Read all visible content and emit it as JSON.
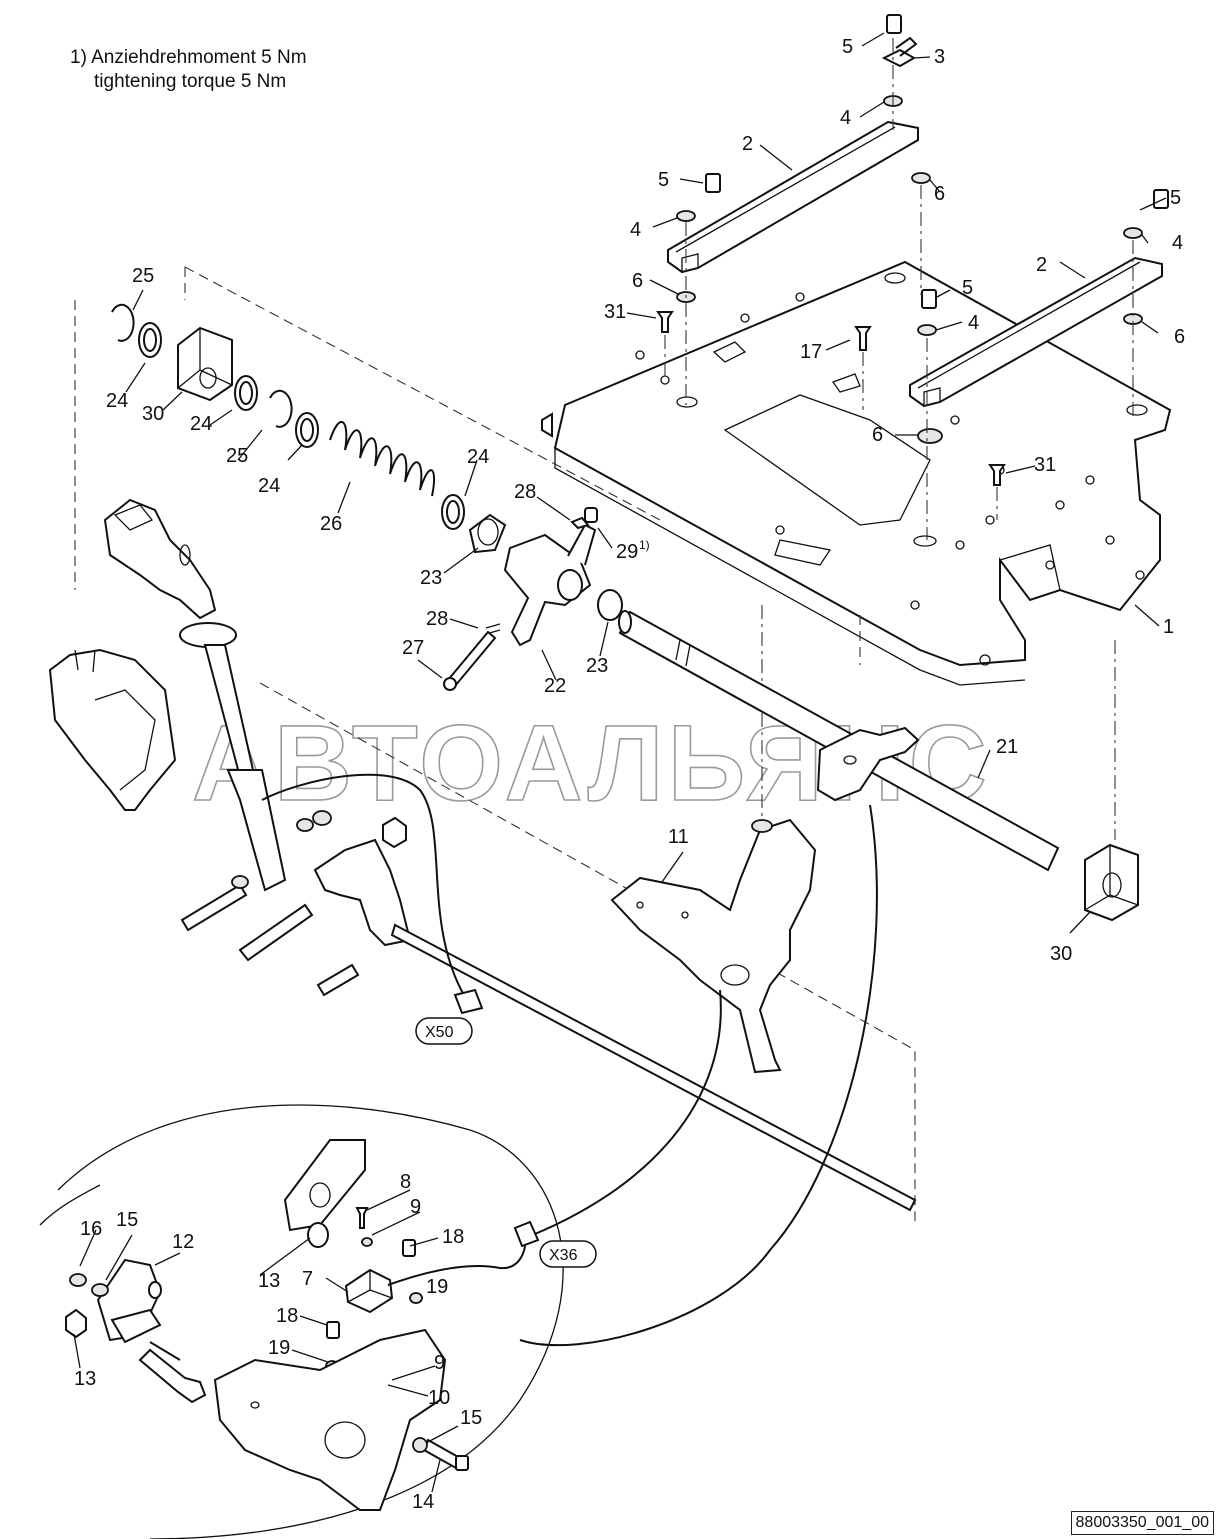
{
  "note": {
    "line1": "1) Anziehdrehmoment 5 Nm",
    "line2": "tightening torque 5 Nm"
  },
  "watermark": "АВТОАЛЬЯНС",
  "drawing_number": "88003350_001_00",
  "connectors": [
    "X50",
    "X36"
  ],
  "part_labels": [
    "5",
    "3",
    "4",
    "2",
    "5",
    "6",
    "4",
    "6",
    "31",
    "5",
    "4",
    "17",
    "2",
    "5",
    "4",
    "6",
    "6",
    "31",
    "1",
    "25",
    "24",
    "30",
    "24",
    "25",
    "24",
    "26",
    "24",
    "28",
    "29",
    "23",
    "28",
    "27",
    "22",
    "23",
    "21",
    "11",
    "30",
    "8",
    "9",
    "18",
    "16",
    "15",
    "12",
    "13",
    "7",
    "19",
    "18",
    "19",
    "9",
    "10",
    "15",
    "13",
    "14"
  ],
  "label_superscripts": {
    "29": "1)"
  }
}
